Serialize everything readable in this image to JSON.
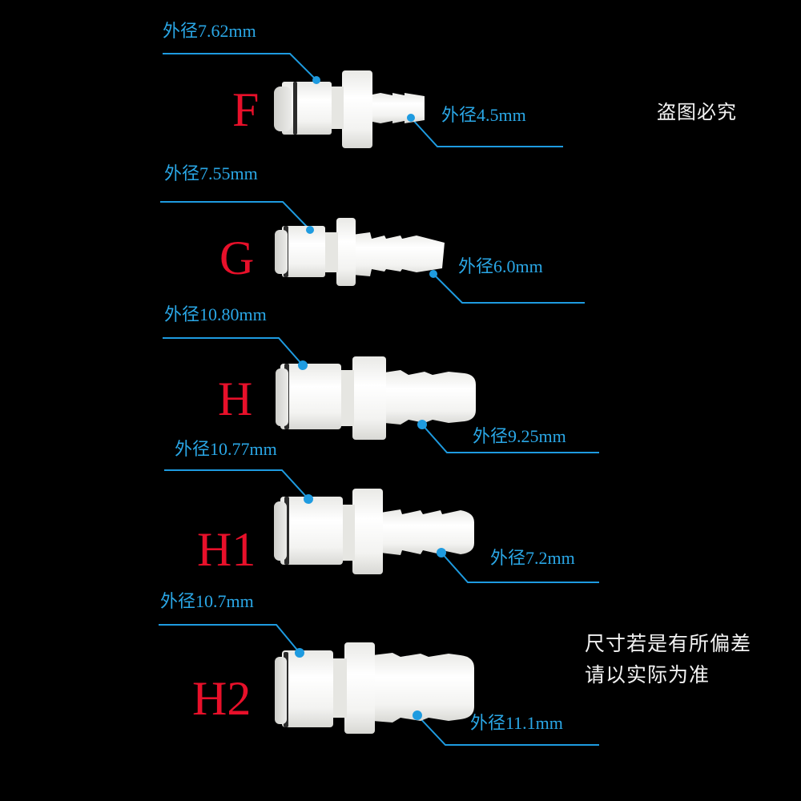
{
  "watermark": "盗图必究",
  "disclaimer": {
    "line1": "尺寸若是有所偏差",
    "line2": "请以实际为准"
  },
  "colors": {
    "background": "#000000",
    "dimension_text": "#2aa7e6",
    "leader_line": "#1e9be0",
    "model_letter": "#e8102a",
    "note_text": "#f2f2f2",
    "part_body": "#f4f4f2",
    "o_ring": "#2b2b2b"
  },
  "connectors": [
    {
      "model": "F",
      "inlet_label": "外径7.62mm",
      "outlet_label": "外径4.5mm"
    },
    {
      "model": "G",
      "inlet_label": "外径7.55mm",
      "outlet_label": "外径6.0mm"
    },
    {
      "model": "H",
      "inlet_label": "外径10.80mm",
      "outlet_label": "外径9.25mm"
    },
    {
      "model": "H1",
      "inlet_label": "外径10.77mm",
      "outlet_label": "外径7.2mm"
    },
    {
      "model": "H2",
      "inlet_label": "外径10.7mm",
      "outlet_label": "外径11.1mm"
    }
  ]
}
